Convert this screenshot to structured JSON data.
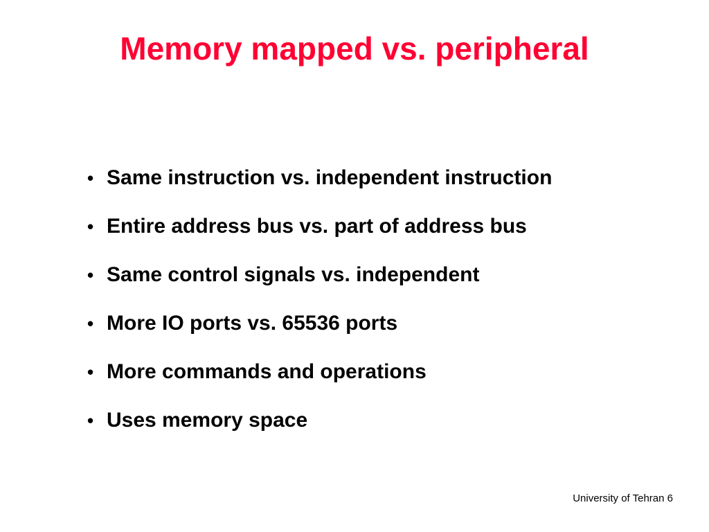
{
  "slide": {
    "title": "Memory mapped vs. peripheral",
    "title_color": "#ff0033",
    "bullet_glyph": "•",
    "bullets": [
      "Same instruction vs. independent instruction",
      "Entire address bus vs. part of address bus",
      "Same control signals vs. independent",
      "More IO ports vs. 65536 ports",
      "More commands and operations",
      "Uses memory space"
    ],
    "footer": "University of Tehran 6"
  }
}
